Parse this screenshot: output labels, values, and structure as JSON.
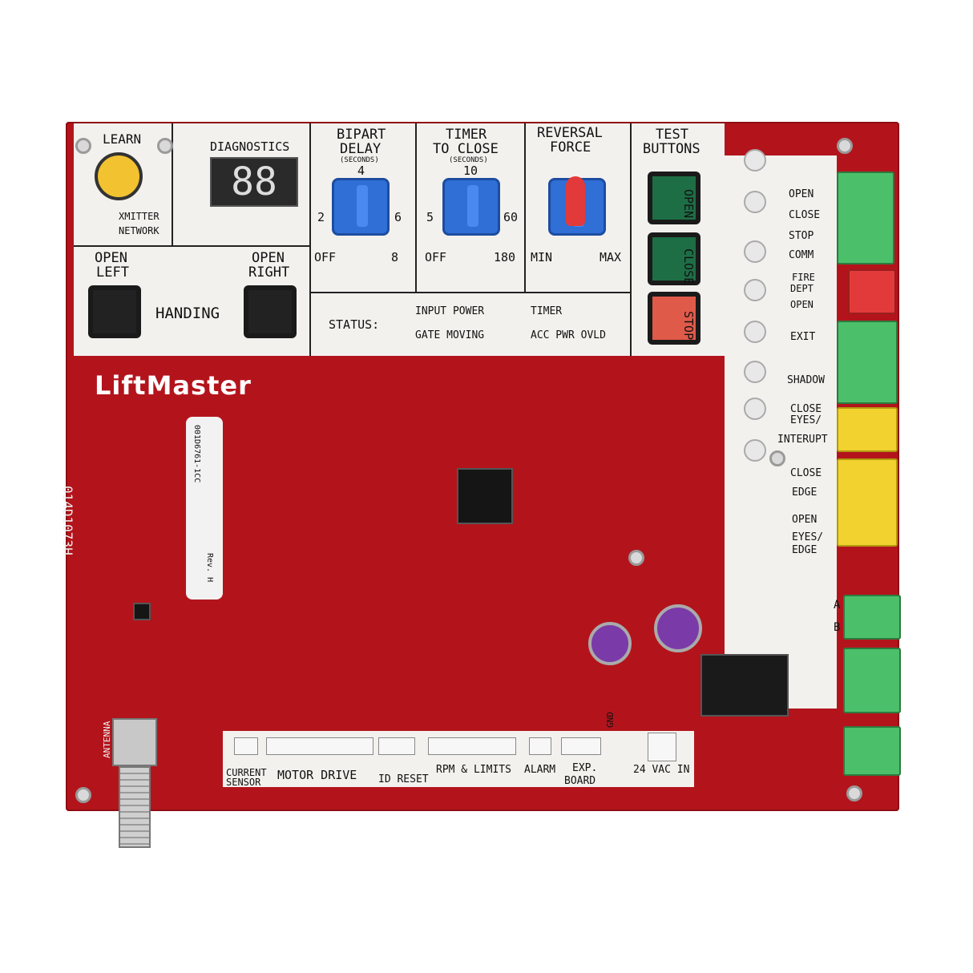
{
  "brand": "LiftMaster",
  "panels": {
    "learn": "LEARN",
    "xmitter": "XMITTER",
    "network": "NETWORK",
    "diagnostics": "DIAGNOSTICS",
    "digits": "88",
    "open_left": [
      "OPEN",
      "LEFT"
    ],
    "open_right": [
      "OPEN",
      "RIGHT"
    ],
    "handing": "HANDING",
    "bipart": {
      "title": [
        "BIPART",
        "DELAY"
      ],
      "unit": "(SECONDS)",
      "top": "4",
      "left": "2",
      "right": "6",
      "off": "OFF",
      "max": "8"
    },
    "timer": {
      "title": [
        "TIMER",
        "TO CLOSE"
      ],
      "unit": "(SECONDS)",
      "top": "10",
      "left": "5",
      "right": "60",
      "off": "OFF",
      "max": "180"
    },
    "reversal": {
      "title": [
        "REVERSAL",
        "FORCE"
      ],
      "min": "MIN",
      "max": "MAX"
    },
    "test": {
      "title": [
        "TEST",
        "BUTTONS"
      ],
      "open": "OPEN",
      "close": "CLOSE",
      "stop": "STOP"
    },
    "status": {
      "label": "STATUS:",
      "input_power": "INPUT POWER",
      "timer": "TIMER",
      "gate_moving": "GATE MOVING",
      "acc": "ACC PWR OVLD"
    }
  },
  "terminals": {
    "open": "OPEN",
    "close": "CLOSE",
    "stop": "STOP",
    "comm": "COMM",
    "fire": [
      "FIRE",
      "DEPT",
      "OPEN"
    ],
    "exit": "EXIT",
    "shadow": "SHADOW",
    "close_eyes": [
      "CLOSE",
      "EYES/",
      "INTERUPT"
    ],
    "close_edge": [
      "CLOSE",
      "EDGE"
    ],
    "open_eyes": [
      "OPEN",
      "EYES/",
      "EDGE"
    ],
    "a": "A",
    "b": "B"
  },
  "bottom": {
    "current_sensor": [
      "CURRENT",
      "SENSOR"
    ],
    "motor_drive": "MOTOR DRIVE",
    "id_reset": "ID RESET",
    "rpm": "RPM & LIMITS",
    "alarm": "ALARM",
    "exp": [
      "EXP.",
      "BOARD"
    ],
    "vac": "24 VAC IN",
    "gnd": "GND",
    "antenna": "ANTENNA"
  },
  "part_number": "014D1073H",
  "sticker": [
    "001D6761-1CC",
    "Rev. H"
  ],
  "colors": {
    "board": "#b3141c",
    "silk": "#f3f1ee",
    "green": "#4cbf6a",
    "yellow": "#f2d22e",
    "red": "#e23a3a",
    "blue": "#2f6fd6"
  }
}
